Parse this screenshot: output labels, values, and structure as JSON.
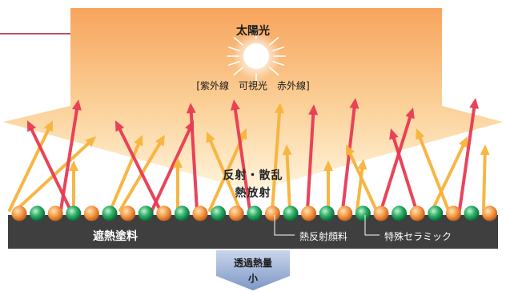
{
  "sun": {
    "title": "太陽光",
    "spectrum": "[紫外線　可視光　赤外線]"
  },
  "effect": {
    "line1": "反射・散乱",
    "line2": "熱放射"
  },
  "coating": {
    "label": "遮熱塗料"
  },
  "legend": {
    "pigment": "熱反射顔料",
    "ceramic": "特殊セラミック"
  },
  "transmission": {
    "line1": "透過熱量",
    "line2": "小"
  },
  "colors": {
    "background": "#ffffff",
    "sunlight_top": "#f7a45c",
    "sunlight_bottom": "#fdeac2",
    "coating_base": "#3f3f3f",
    "pigment_particle": "#f08a36",
    "ceramic_particle": "#1d9a58",
    "arrow_red": "#e83a52",
    "arrow_orange": "#f7b33b",
    "transmission_arrow": "#8fa6cf",
    "accent_line": "#a6192e"
  }
}
